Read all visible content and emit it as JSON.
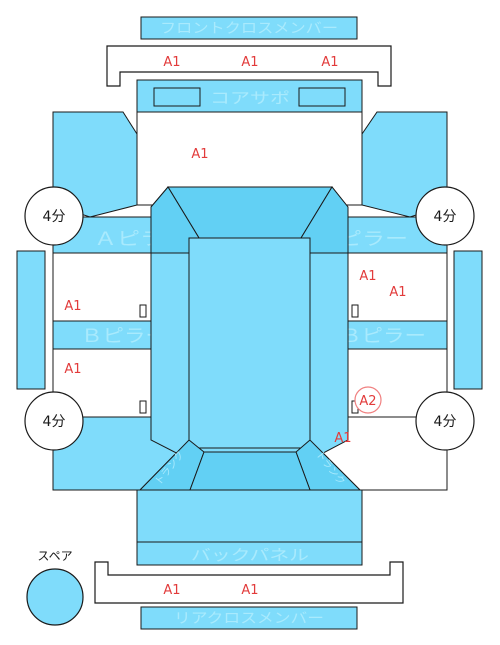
{
  "colors": {
    "panel": "#7fdcfb",
    "panel_dark": "#62d0f4",
    "outline": "#1a1a1a",
    "panel_text": "#a9eafd",
    "damage_text": "#e23b3b",
    "a2_ring": "#f08080",
    "background": "#ffffff"
  },
  "panels": {
    "front_cross_member": "フロントクロスメンバー",
    "core_support": "コアサポ",
    "a_pillar_left": "Ａピラー",
    "a_pillar_right": "Ａピラー",
    "b_pillar_left": "Ｂピラー",
    "b_pillar_right": "Ｂピラー",
    "back_panel": "バックパネル",
    "rear_cross_member": "リアクロスメンバー",
    "trunk_left": "トランク",
    "trunk_right": "トランク"
  },
  "wheels": {
    "front_left": "4分",
    "front_right": "4分",
    "rear_left": "4分",
    "rear_right": "4分"
  },
  "spare": {
    "label": "スペア"
  },
  "marks": {
    "front_cross_1": "A1",
    "front_cross_2": "A1",
    "front_cross_3": "A1",
    "front_body": "A1",
    "left_front_door": "A1",
    "left_rear_door": "A1",
    "right_front_door_1": "A1",
    "right_front_door_2": "A1",
    "right_rear_door": "A2",
    "right_rear_quarter": "A1",
    "rear_cross_1": "A1",
    "rear_cross_2": "A1"
  }
}
